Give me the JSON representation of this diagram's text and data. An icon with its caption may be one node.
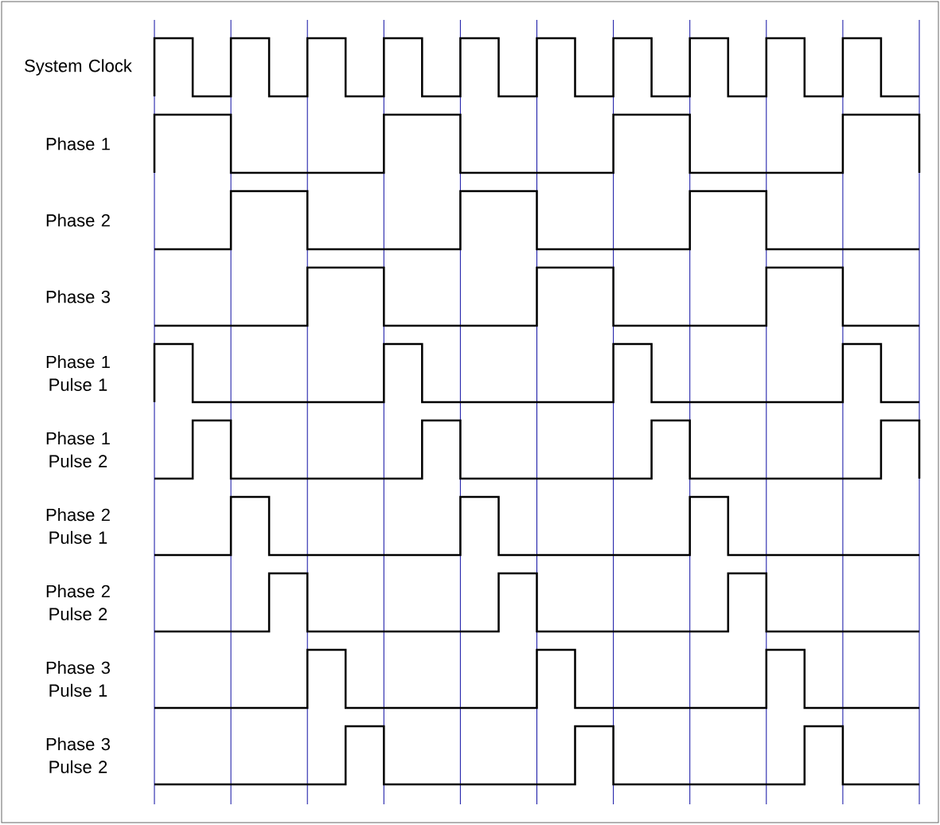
{
  "diagram": {
    "labels": [
      "System Clock",
      "Phase 1",
      "Phase 2",
      "Phase 3",
      "Phase 1 Pulse 1",
      "Phase 1 Pulse 2",
      "Phase 2 Pulse 1",
      "Phase 2 Pulse 2",
      "Phase 3 Pulse 1",
      "Phase 3 Pulse 2"
    ]
  }
}
